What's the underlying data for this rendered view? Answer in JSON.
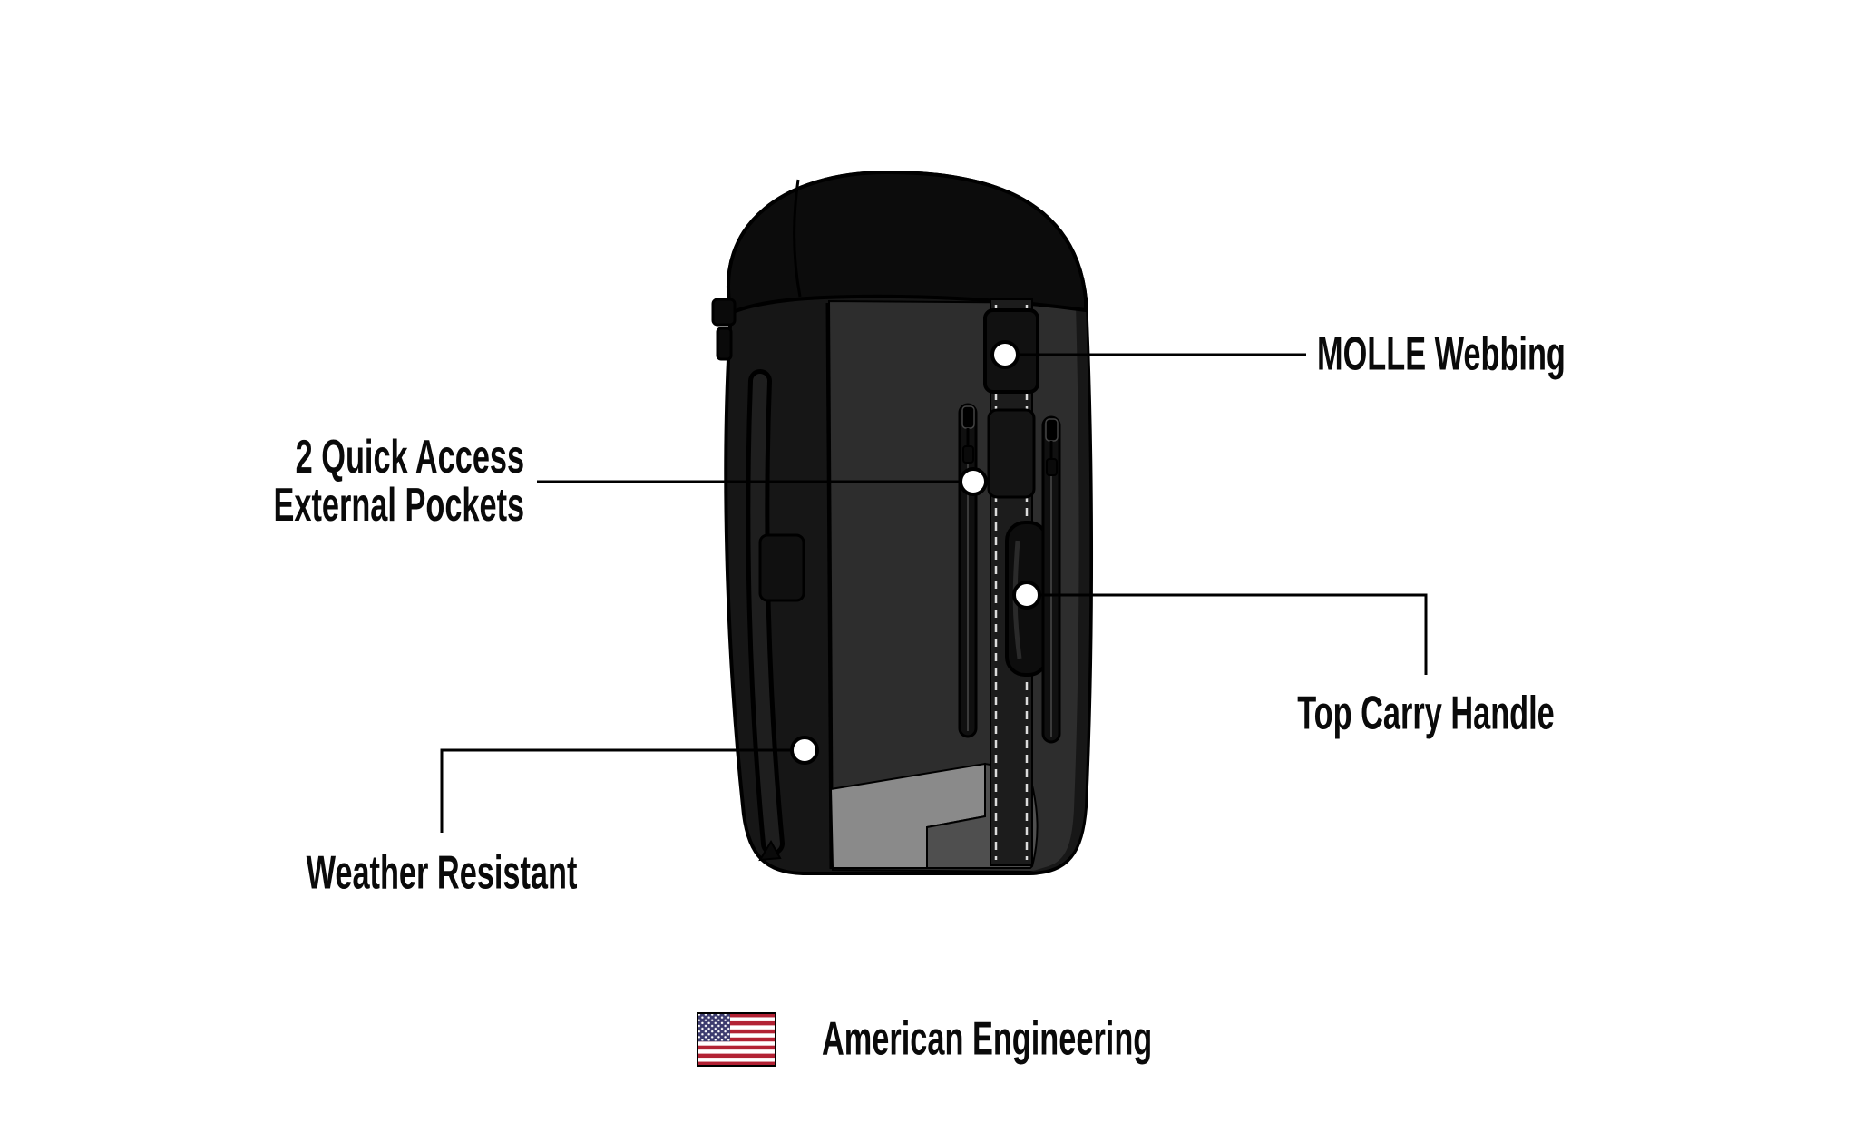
{
  "diagram": {
    "callouts": {
      "molle": {
        "label": "MOLLE Webbing"
      },
      "pockets": {
        "line1": "2 Quick Access",
        "line2": "External Pockets"
      },
      "handle": {
        "label": "Top Carry Handle"
      },
      "weather": {
        "label": "Weather Resistant"
      }
    },
    "footer": {
      "label": "American Engineering",
      "icon": "us-flag-icon"
    },
    "colors": {
      "background": "#ffffff",
      "outline": "#000000",
      "bag_body": "#161616",
      "bag_top": "#0c0c0c",
      "front_panel": "#2d2d2d",
      "trim_light": "#8a8a8a",
      "trim_mid": "#4f4f4f",
      "stitch": "#dcdcdc",
      "text": "#0a0a0a",
      "flag_red": "#B22234",
      "flag_blue": "#3C3B6E"
    }
  }
}
